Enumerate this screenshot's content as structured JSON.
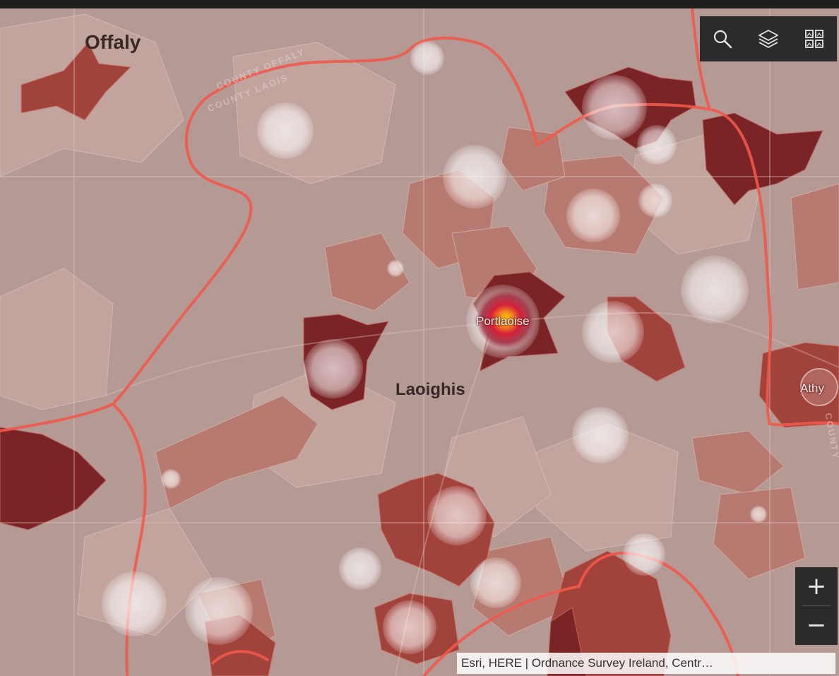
{
  "map": {
    "county_labels": {
      "offaly": "Offaly",
      "laoighis": "Laoighis"
    },
    "town_labels": {
      "portlaoise": "Portlaoise",
      "athy": "Athy"
    },
    "faint_labels": {
      "offaly": "COUNTY OFFALY",
      "laois": "COUNTY LAOIS",
      "east": "COUNTY"
    },
    "colors": {
      "base": "#b59995",
      "light": "#c7a8a2",
      "medium": "#b67a70",
      "dark": "#a1423b",
      "darkest": "#7a2426",
      "boundary": "#f0594b",
      "hotspot_core": "#ffd400",
      "hotspot_ring": "#e0223a"
    }
  },
  "toolbar": {
    "search_icon": "search-icon",
    "layers_icon": "layers-icon",
    "basemap_icon": "basemap-gallery-icon"
  },
  "zoom": {
    "zoom_in_label": "+",
    "zoom_out_label": "−"
  },
  "attribution": {
    "text": "Esri, HERE | Ordnance Survey Ireland, Centr…"
  }
}
